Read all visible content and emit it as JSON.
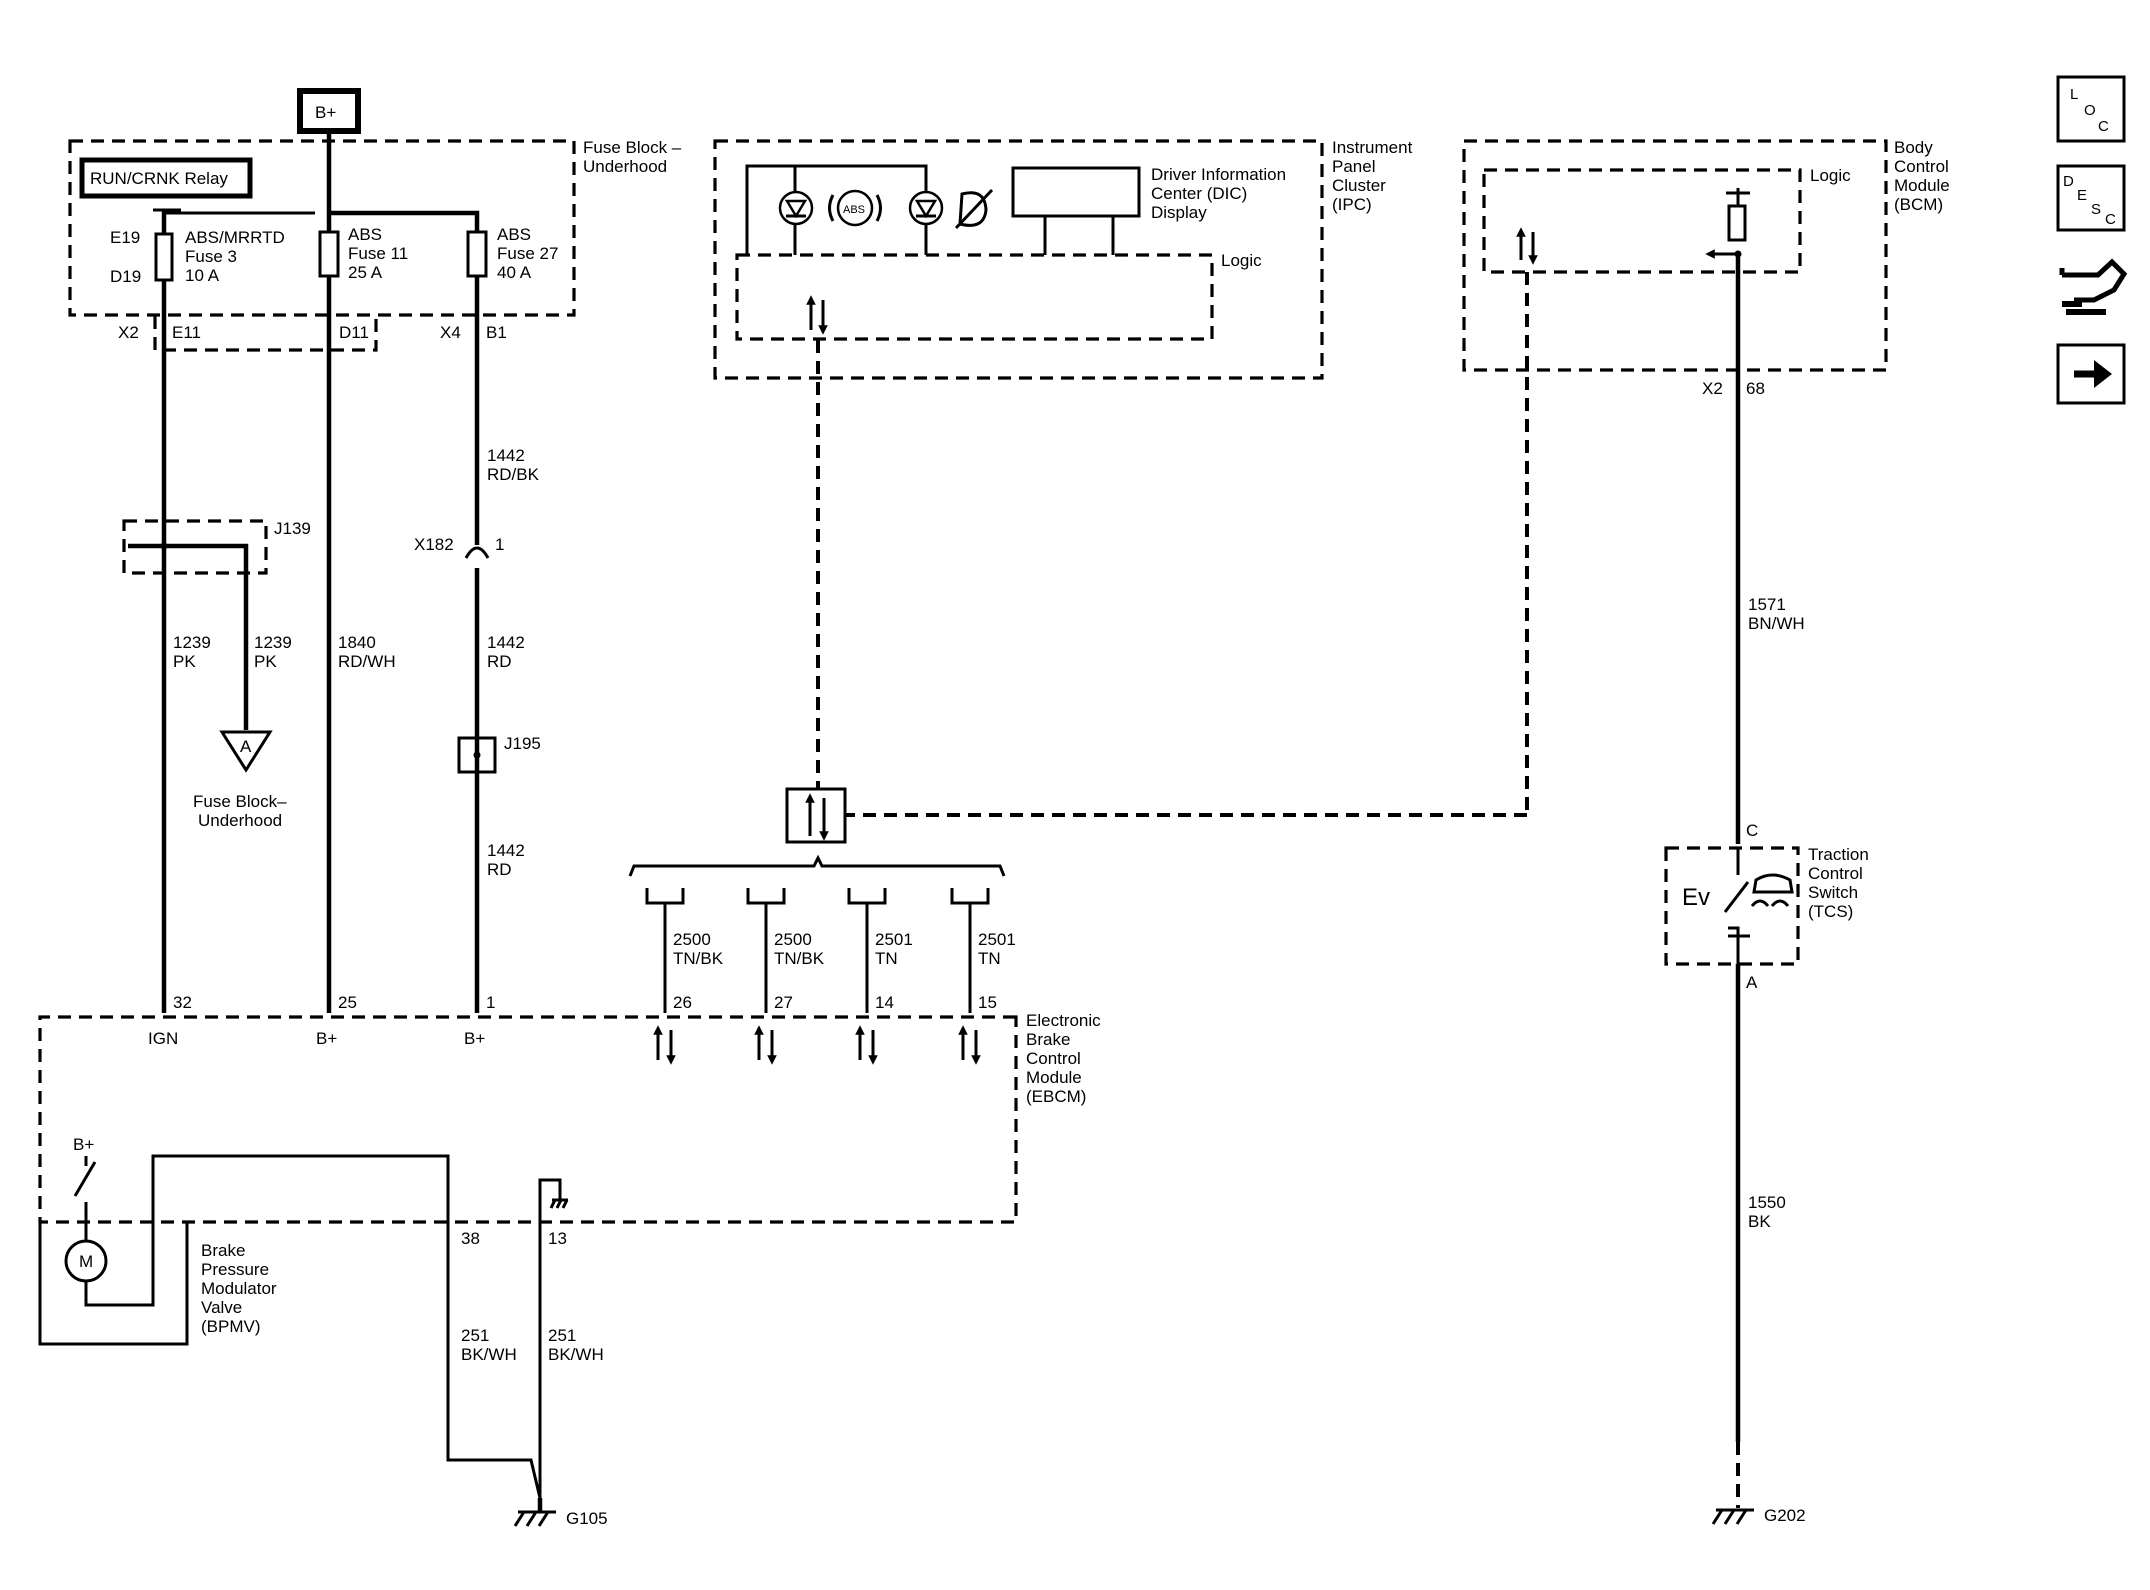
{
  "labels": {
    "bplus_top": "B+",
    "fuse_block_1": "Fuse Block –",
    "fuse_block_2": "Underhood",
    "run_crnk_relay": "RUN/CRNK Relay",
    "e19": "E19",
    "d19": "D19",
    "fuse3_a": "ABS/MRRTD",
    "fuse3_b": "Fuse 3",
    "fuse3_c": "10 A",
    "fuse11_a": "ABS",
    "fuse11_b": "Fuse 11",
    "fuse11_c": "25 A",
    "fuse27_a": "ABS",
    "fuse27_b": "Fuse 27",
    "fuse27_c": "40 A",
    "x2": "X2",
    "e11": "E11",
    "d11": "D11",
    "x4": "X4",
    "b1": "B1",
    "j139": "J139",
    "w1239a_1": "1239",
    "w1239a_2": "PK",
    "w1239b_1": "1239",
    "w1239b_2": "PK",
    "w1840_1": "1840",
    "w1840_2": "RD/WH",
    "w1442a_1": "1442",
    "w1442a_2": "RD/BK",
    "x182": "X182",
    "x182_pin": "1",
    "w1442b_1": "1442",
    "w1442b_2": "RD",
    "j195": "J195",
    "w1442c_1": "1442",
    "w1442c_2": "RD",
    "conn_a": "A",
    "fb_ref_1": "Fuse Block–",
    "fb_ref_2": "Underhood",
    "ipc_dic_1": "Driver Information",
    "ipc_dic_2": "Center (DIC)",
    "ipc_dic_3": "Display",
    "ipc_logic": "Logic",
    "ipc_1": "Instrument",
    "ipc_2": "Panel",
    "ipc_3": "Cluster",
    "ipc_4": "(IPC)",
    "abs_lamp": "ABS",
    "bcm_logic": "Logic",
    "bcm_1": "Body",
    "bcm_2": "Control",
    "bcm_3": "Module",
    "bcm_4": "(BCM)",
    "bcm_x2": "X2",
    "bcm_68": "68",
    "w1571_1": "1571",
    "w1571_2": "BN/WH",
    "tcs_c": "C",
    "tcs_a": "A",
    "tcs_1": "Traction",
    "tcs_2": "Control",
    "tcs_3": "Switch",
    "tcs_4": "(TCS)",
    "tcs_ev": "Ev",
    "w1550_1": "1550",
    "w1550_2": "BK",
    "g202": "G202",
    "w2500a_1": "2500",
    "w2500a_2": "TN/BK",
    "w2500b_1": "2500",
    "w2500b_2": "TN/BK",
    "w2501a_1": "2501",
    "w2501a_2": "TN",
    "w2501b_1": "2501",
    "w2501b_2": "TN",
    "pin32": "32",
    "pin25": "25",
    "pin1": "1",
    "pin26": "26",
    "pin27": "27",
    "pin14": "14",
    "pin15": "15",
    "ign": "IGN",
    "bplus_25": "B+",
    "bplus_1": "B+",
    "ebcm_1": "Electronic",
    "ebcm_2": "Brake",
    "ebcm_3": "Control",
    "ebcm_4": "Module",
    "ebcm_5": "(EBCM)",
    "bplus_bpmv": "B+",
    "motor": "M",
    "bpmv_1": "Brake",
    "bpmv_2": "Pressure",
    "bpmv_3": "Modulator",
    "bpmv_4": "Valve",
    "bpmv_5": "(BPMV)",
    "pin38": "38",
    "pin13": "13",
    "w251a_1": "251",
    "w251a_2": "BK/WH",
    "w251b_1": "251",
    "w251b_2": "BK/WH",
    "g105": "G105"
  },
  "nav": {
    "loc_l": "L",
    "loc_o": "O",
    "loc_c": "C",
    "desc_d": "D",
    "desc_e": "E",
    "desc_s": "S",
    "desc_c": "C",
    "icons": [
      "location-icon",
      "description-icon",
      "connector-icon",
      "next-arrow-icon"
    ]
  }
}
